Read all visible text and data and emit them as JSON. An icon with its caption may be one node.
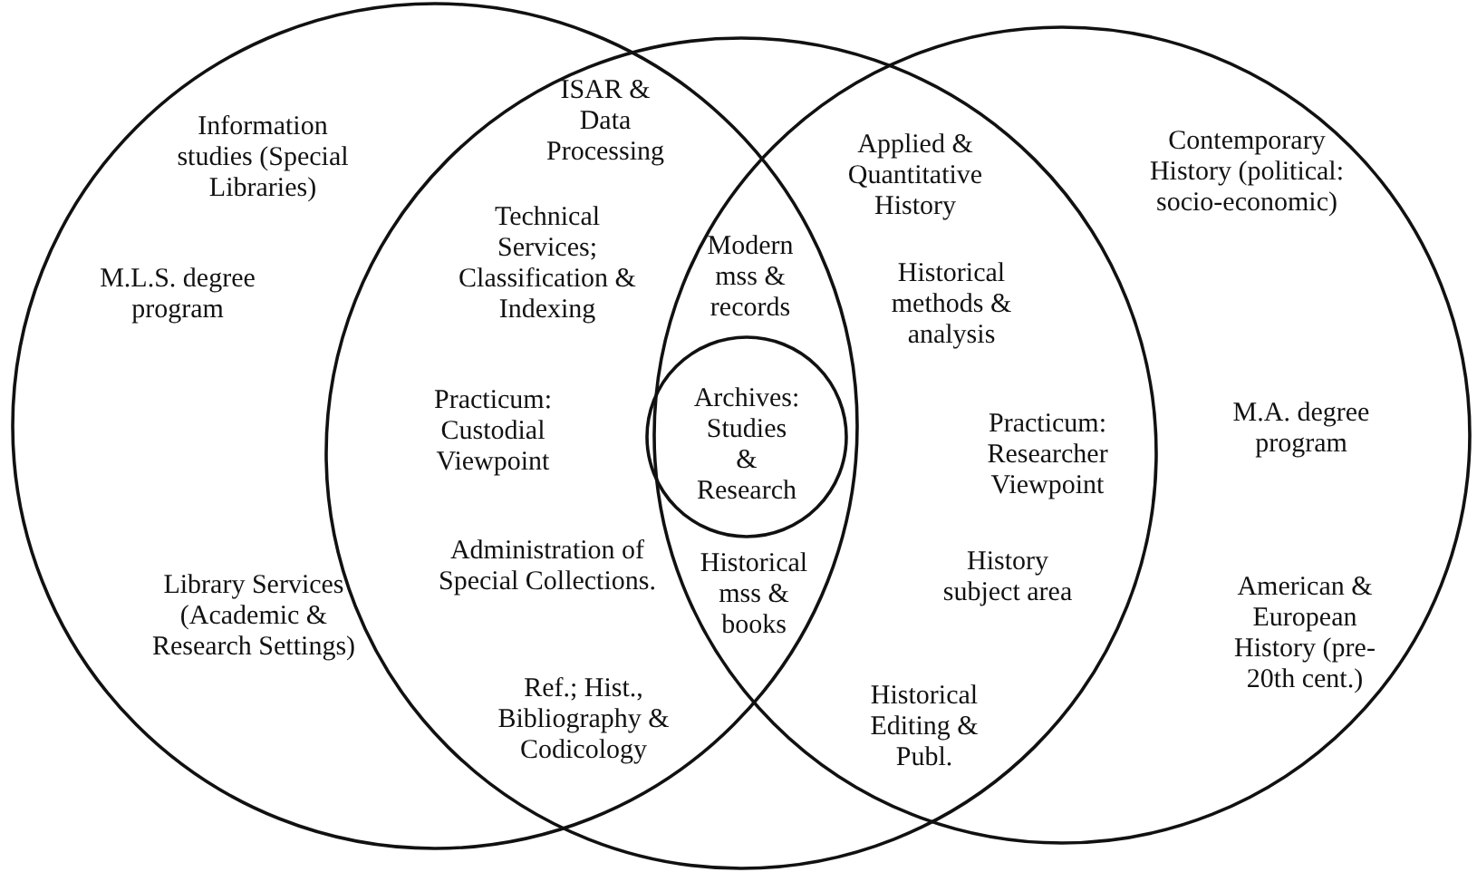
{
  "diagram": {
    "nodes": [
      {
        "text": [
          "Information studies (Special Libraries)",
          "M.L.S. degree program",
          "Library Services (Academic & Research Settings)"
        ]
      },
      {
        "text": [
          "ISAR & Data Processing",
          "Technical Services; Classification & Indexing",
          "Practicum: Custodial Viewpoint",
          "Administration of Special Collections.",
          "Ref.; Hist., Bibliography & Codicology"
        ]
      },
      {
        "text": [
          "Modern mss & records",
          "Applied & Quantitative History",
          "Contemporary History (political: socio-economic)",
          "Historical methods & analysis",
          "Practicum: Researcher Viewpoint",
          "M.A. degree program",
          "Historical mss & books",
          "History subject area",
          "American & European History (pre-20th cent.)",
          "Historical Editing & Publ."
        ]
      },
      {
        "text": [
          "Archives: Studies & Research"
        ]
      }
    ]
  }
}
